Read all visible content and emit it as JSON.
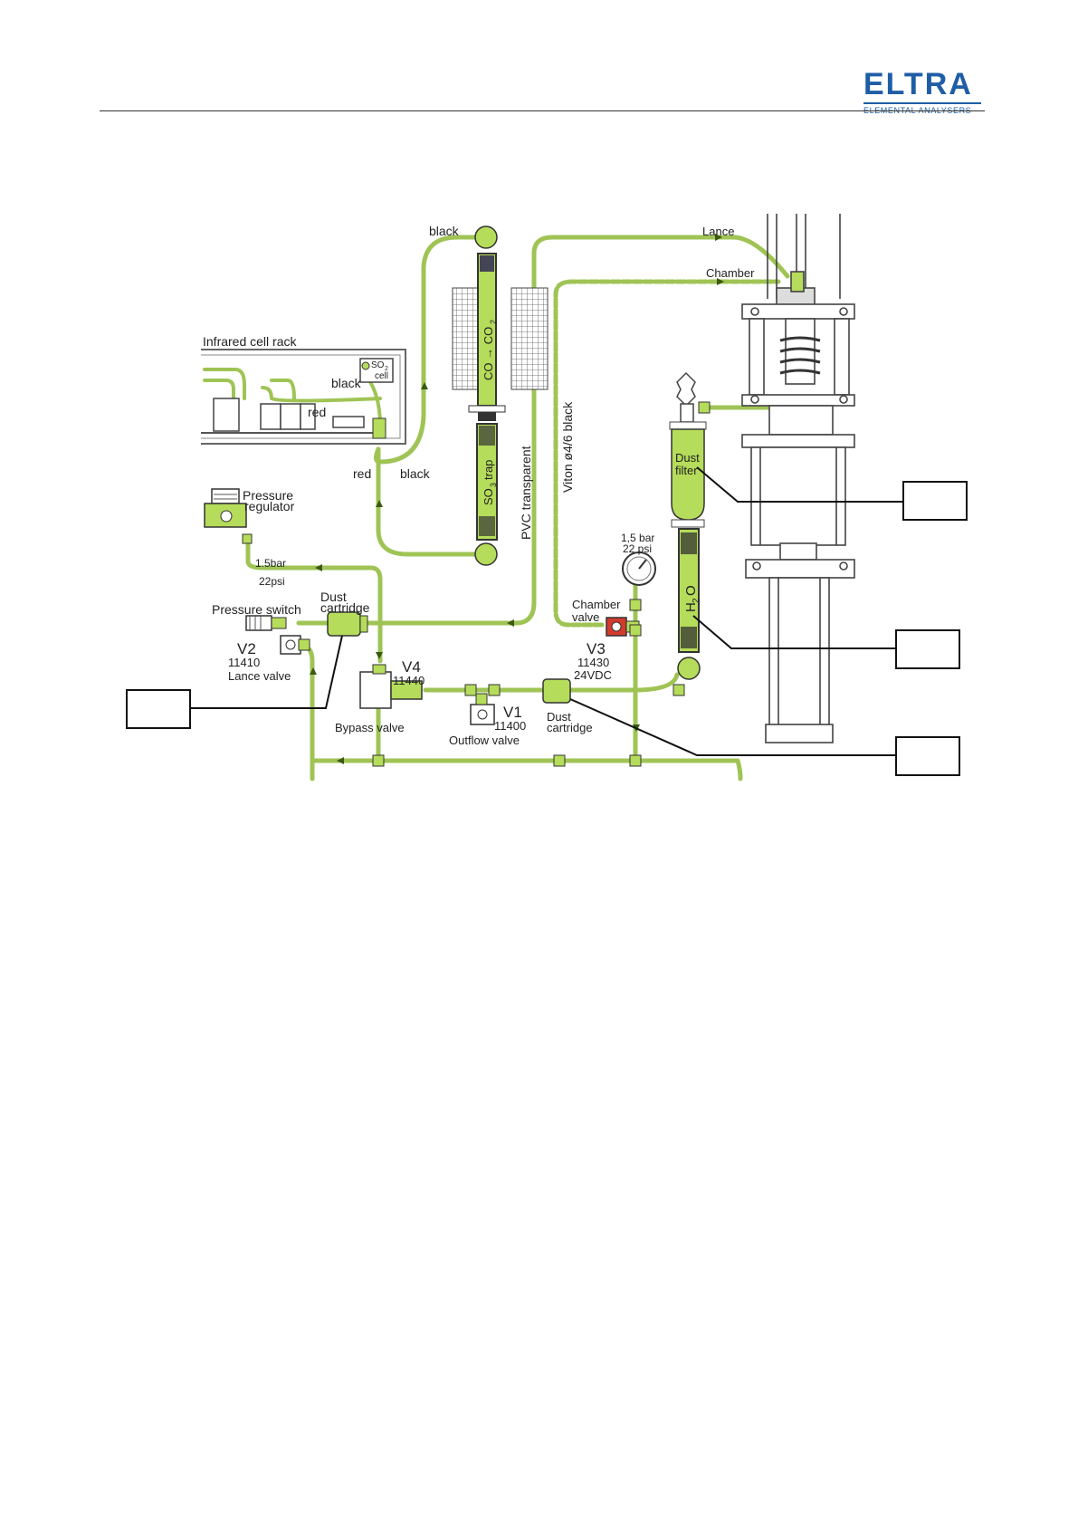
{
  "header": {
    "logo_main": "ELTRA",
    "logo_sub": "ELEMENTAL ANALYSERS"
  },
  "colors": {
    "tube_green": "#9fc455",
    "component_green": "#b5dc5a",
    "dark_outline": "#333333",
    "valve_red": "#d33a2c",
    "logo_blue": "#1f5ea6"
  },
  "labels": {
    "infrared_cell_rack": "Infrared cell rack",
    "so2_cell_a": "SO",
    "so2_cell_b": "2",
    "so2_cell_c": "cell",
    "black_top": "black",
    "black_rack": "black",
    "red_rack": "red",
    "red_left": "red",
    "black_bottom": "black",
    "pressure_regulator_1": "Pressure",
    "pressure_regulator_2": "regulator",
    "bar_15": "1.5bar",
    "psi_22": "22psi",
    "pressure_switch": "Pressure switch",
    "dust_cartridge_left_1": "Dust",
    "dust_cartridge_left_2": "cartridge",
    "v2": "V2",
    "v2_num": "11410",
    "lance_valve": "Lance  valve",
    "v4": "V4",
    "v4_num": "11440",
    "bypass_valve": "Bypass  valve",
    "v1": "V1",
    "v1_num": "11400",
    "outflow_valve": "Outflow  valve",
    "dust_cartridge_mid_1": "Dust",
    "dust_cartridge_mid_2": "cartridge",
    "gauge_bar": "1,5 bar",
    "gauge_psi": "22 psi",
    "chamber_valve_1": "Chamber",
    "chamber_valve_2": "valve",
    "v3": "V3",
    "v3_num": "11430",
    "v3_volt": "24VDC",
    "pvc_transparent": "PVC transparent",
    "viton": "Viton ø4/6 black",
    "lance": "Lance",
    "chamber": "Chamber",
    "dust_filter_1": "Dust",
    "dust_filter_2": "filter",
    "co_co2": "CO → CO",
    "co_co2_sub": "2",
    "so3_trap": "SO",
    "so3_sub": "3",
    "so3_trap_word": "trap",
    "h2o": "H",
    "h2o_sub": "2",
    "h2o_o": "O"
  },
  "callouts": {
    "box_left": "",
    "box_right_1": "",
    "box_right_2": "",
    "box_right_3": ""
  }
}
